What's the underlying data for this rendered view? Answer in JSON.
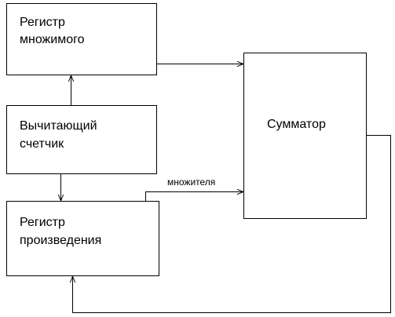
{
  "diagram": {
    "blocks": {
      "multiplicand_register": {
        "line1": "Регистр",
        "line2": "множимого"
      },
      "down_counter": {
        "line1": "Вычитающий",
        "line2": "счетчик"
      },
      "product_register": {
        "line1": "Регистр",
        "line2": "произведения"
      },
      "adder": {
        "label": "Сумматор"
      }
    },
    "edge_labels": {
      "multiplier": "множителя"
    },
    "colors": {
      "stroke": "#000000",
      "background": "#ffffff"
    }
  }
}
